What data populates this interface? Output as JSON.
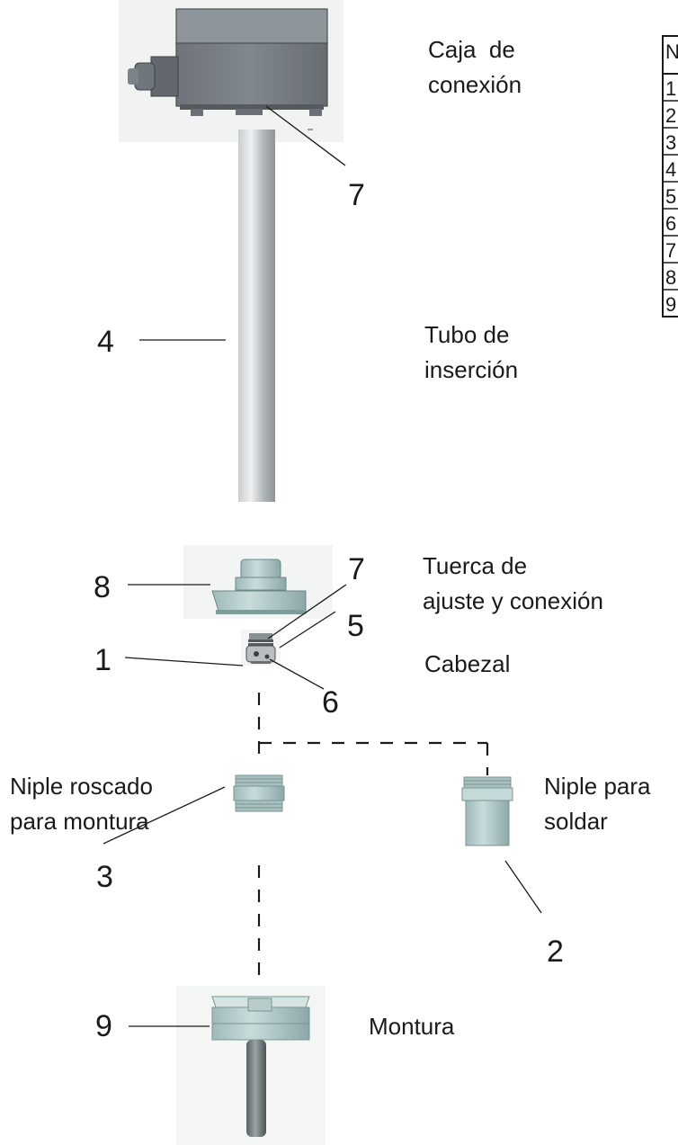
{
  "labels": {
    "connection_box": [
      "Caja  de",
      "conexión"
    ],
    "insertion_tube": [
      "Tubo de",
      "inserción"
    ],
    "adjust_nut": [
      "Tuerca de",
      "ajuste y conexión"
    ],
    "head": [
      "Cabezal"
    ],
    "threaded_nipple": [
      "Niple roscado",
      "para montura"
    ],
    "weld_nipple": [
      "Niple para",
      "soldar"
    ],
    "mount": [
      "Montura"
    ]
  },
  "callouts": {
    "box_bottom": "7",
    "tube": "4",
    "nut": "8",
    "head_top": "7",
    "head_side": "5",
    "head": "1",
    "head_bottom": "6",
    "threaded_nipple": "3",
    "weld_nipple": "2",
    "mount": "9"
  },
  "table_partial": {
    "header_glyph": "N",
    "rows": [
      "1",
      "2",
      "3",
      "4",
      "5",
      "6",
      "7",
      "8",
      "9"
    ]
  }
}
